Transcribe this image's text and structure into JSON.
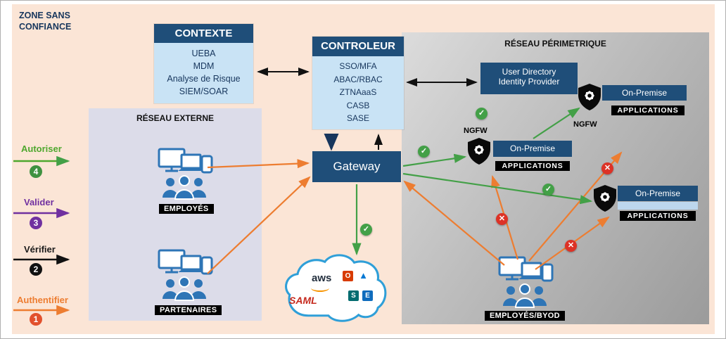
{
  "zone": {
    "title": "ZONE SANS\nCONFIANCE"
  },
  "contexte": {
    "title": "CONTEXTE",
    "items": [
      "UEBA",
      "MDM",
      "Analyse de Risque",
      "SIEM/SOAR"
    ]
  },
  "controleur": {
    "title": "CONTROLEUR",
    "items": [
      "SSO/MFA",
      "ABAC/RBAC",
      "ZTNAaaS",
      "CASB",
      "SASE"
    ]
  },
  "gateway": {
    "label": "Gateway"
  },
  "externe": {
    "title": "RÉSEAU EXTERNE",
    "employes": "EMPLOYÉS",
    "partenaires": "PARTENAIRES"
  },
  "perimetrique": {
    "title": "RÉSEAU PÉRIMETRIQUE",
    "identity_provider": {
      "line1": "User Directory",
      "line2": "Identity Provider"
    },
    "ngfw": "NGFW",
    "apps": [
      {
        "name": "On-Premise",
        "label": "APPLICATIONS"
      },
      {
        "name": "On-Premise",
        "label": "APPLICATIONS"
      },
      {
        "name": "On-Premise",
        "label": "APPLICATIONS"
      }
    ],
    "byod": "EMPLOYÉS/BYOD"
  },
  "cloud": {
    "aws": "aws",
    "saml": "SAML",
    "services": [
      {
        "name": "office-icon",
        "glyph": "O"
      },
      {
        "name": "azure-icon",
        "glyph": "▲"
      },
      {
        "name": "sharepoint-icon",
        "glyph": "S"
      },
      {
        "name": "exchange-icon",
        "glyph": "E"
      }
    ]
  },
  "legend": {
    "items": [
      {
        "label": "Autoriser",
        "number": "4",
        "color": "#4ea72e"
      },
      {
        "label": "Valider",
        "number": "3",
        "color": "#7030a0"
      },
      {
        "label": "Vérifier",
        "number": "2",
        "color": "#000000"
      },
      {
        "label": "Authentifier",
        "number": "1",
        "color": "#ed7d31"
      }
    ]
  },
  "icons": {
    "check": "✓",
    "cross": "✕"
  },
  "colors": {
    "box_blue": "#1f4e79",
    "light_blue": "#c9e3f5",
    "peach": "#fbe5d6",
    "green": "#43a047",
    "orange": "#ed7d31",
    "purple": "#7030a0",
    "red": "#dd3226"
  }
}
